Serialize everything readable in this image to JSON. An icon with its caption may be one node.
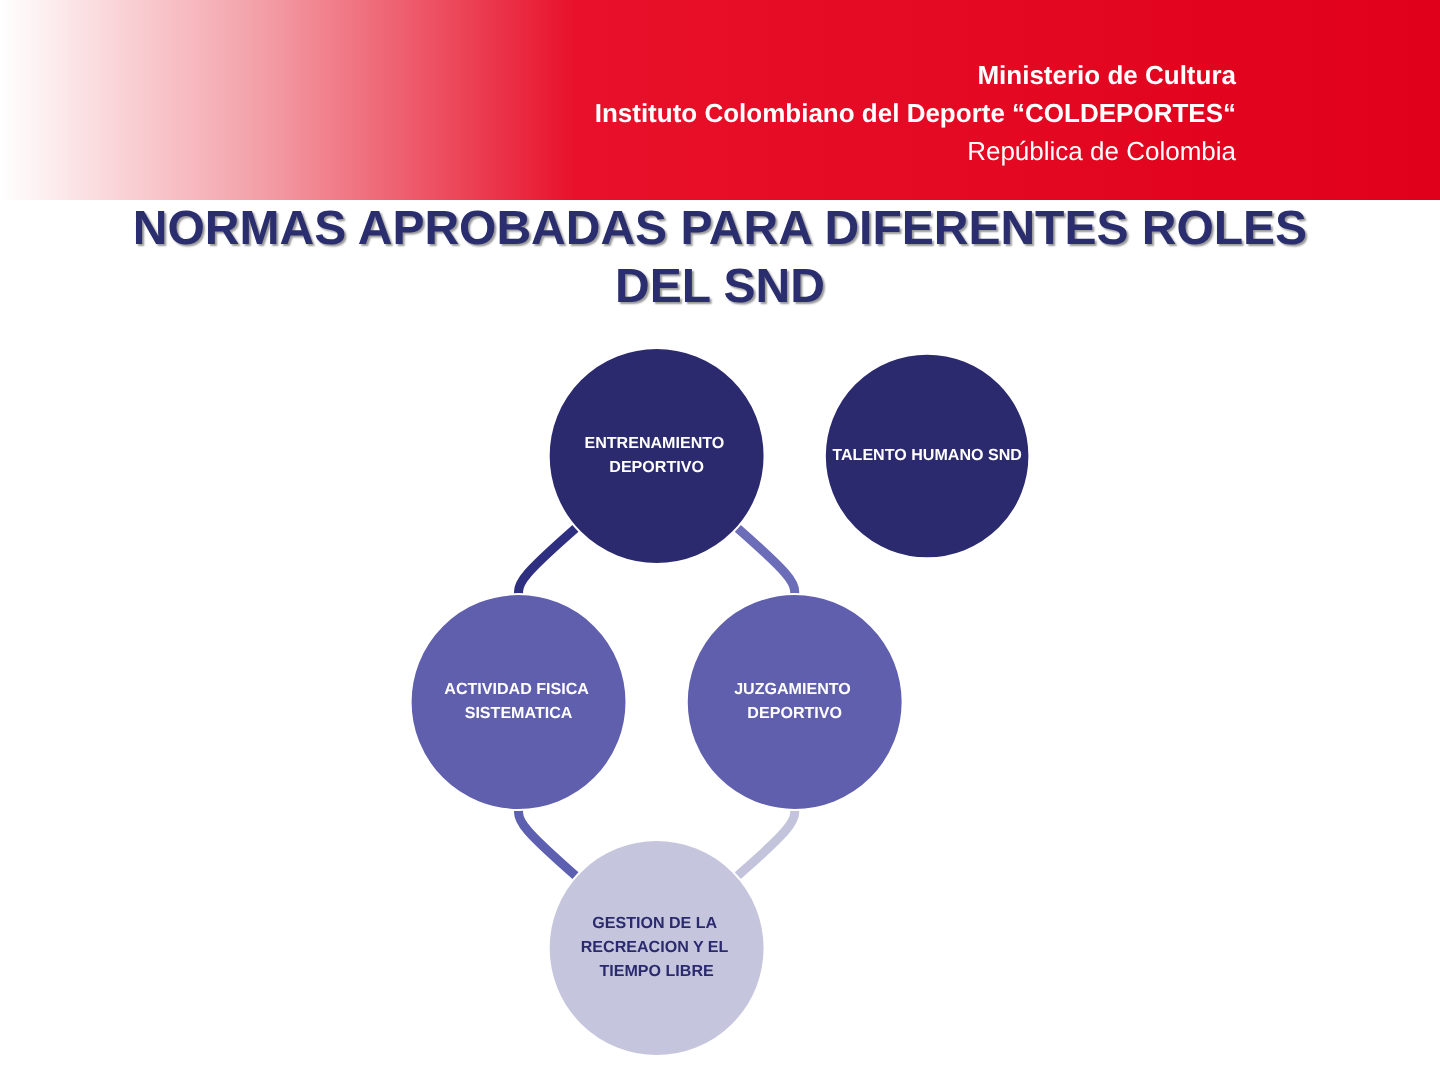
{
  "diagram": {
    "title": "NORMAS APROBADAS PARA DIFERENTES ROLES DEL SND",
    "nodes": [
      {
        "text": [
          "ENTRENAMIENTO DEPORTIVO"
        ]
      },
      {
        "text": [
          "JUZGAMIENTO DEPORTIVO"
        ]
      },
      {
        "text": [
          "TALENTO HUMANO SND"
        ]
      },
      {
        "text": [
          "ACTIVIDAD FISICA SISTEMATICA"
        ]
      },
      {
        "text": [
          "GESTION DE LA RECREACION Y EL TIEMPO LIBRE"
        ]
      }
    ],
    "edges": [
      {
        "from": 0,
        "to": 3,
        "arrow": "none",
        "color": "#2e2f80"
      },
      {
        "from": 0,
        "to": 1,
        "arrow": "none",
        "color": "#6c6db8"
      },
      {
        "from": 3,
        "to": 4,
        "arrow": "none",
        "color": "#5d5fb0"
      },
      {
        "from": 1,
        "to": 4,
        "arrow": "none",
        "color": "#c3c4dc"
      }
    ],
    "labels": [
      "Ministerio de Cultura",
      "Instituto Colombiano del Deporte “COLDEPORTES“",
      "República de Colombia"
    ]
  }
}
